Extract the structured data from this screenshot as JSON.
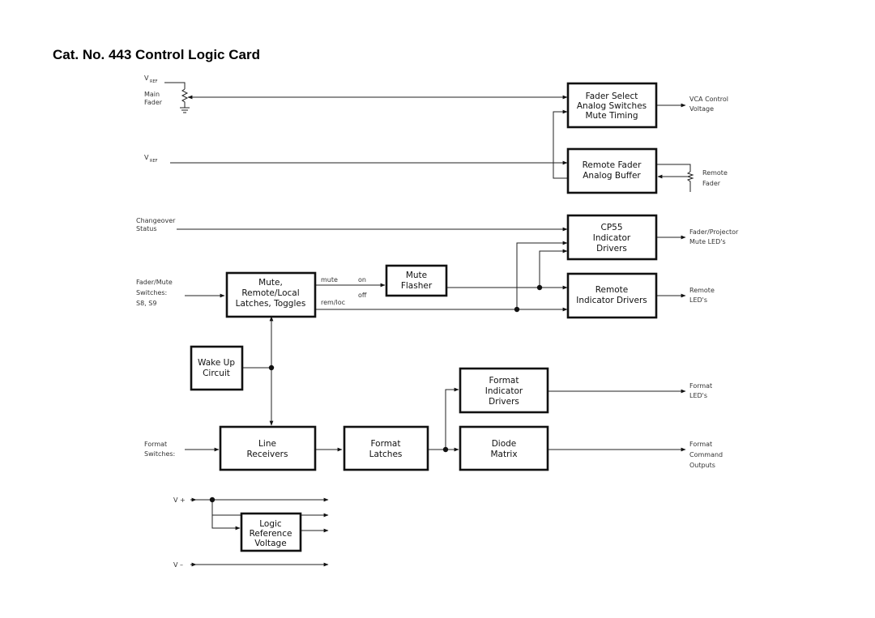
{
  "title": "Cat. No. 443 Control Logic Card",
  "blocks": {
    "fader_select": [
      "Fader Select",
      "Analog Switches",
      "Mute Timing"
    ],
    "remote_fader": [
      "Remote Fader",
      "Analog Buffer"
    ],
    "cp55": [
      "CP55",
      "Indicator",
      "Drivers"
    ],
    "remote_indicator": [
      "Remote",
      "Indicator Drivers"
    ],
    "mute_latches": [
      "Mute,",
      "Remote/Local",
      "Latches, Toggles"
    ],
    "mute_flasher": [
      "Mute",
      "Flasher"
    ],
    "wake_up": [
      "Wake Up",
      "Circuit"
    ],
    "format_indicator": [
      "Format",
      "Indicator",
      "Drivers"
    ],
    "line_receivers": [
      "Line",
      "Receivers"
    ],
    "format_latches": [
      "Format",
      "Latches"
    ],
    "diode_matrix": [
      "Diode",
      "Matrix"
    ],
    "logic_reference": [
      "Logic",
      "Reference",
      "Voltage"
    ]
  },
  "inputs": {
    "vref": "V",
    "vref_sub": "REF",
    "main_fader": [
      "Main",
      "Fader"
    ],
    "changeover": [
      "Changeover",
      "Status"
    ],
    "fader_mute": [
      "Fader/Mute",
      "Switches:",
      "S8, S9"
    ],
    "format_switches": [
      "Format",
      "Switches:"
    ],
    "v_plus": "V +",
    "v_minus": "V –"
  },
  "outputs": {
    "vca": [
      "VCA Control",
      "Voltage"
    ],
    "remote_fader": [
      "Remote",
      "Fader"
    ],
    "fader_projector": [
      "Fader/Projector",
      "Mute LED's"
    ],
    "remote_leds": [
      "Remote",
      "LED's"
    ],
    "format_leds": [
      "Format",
      "LED's"
    ],
    "format_command": [
      "Format",
      "Command",
      "Outputs"
    ]
  },
  "signals": {
    "mute": "mute",
    "on": "on",
    "off": "off",
    "remloc": "rem/loc"
  }
}
